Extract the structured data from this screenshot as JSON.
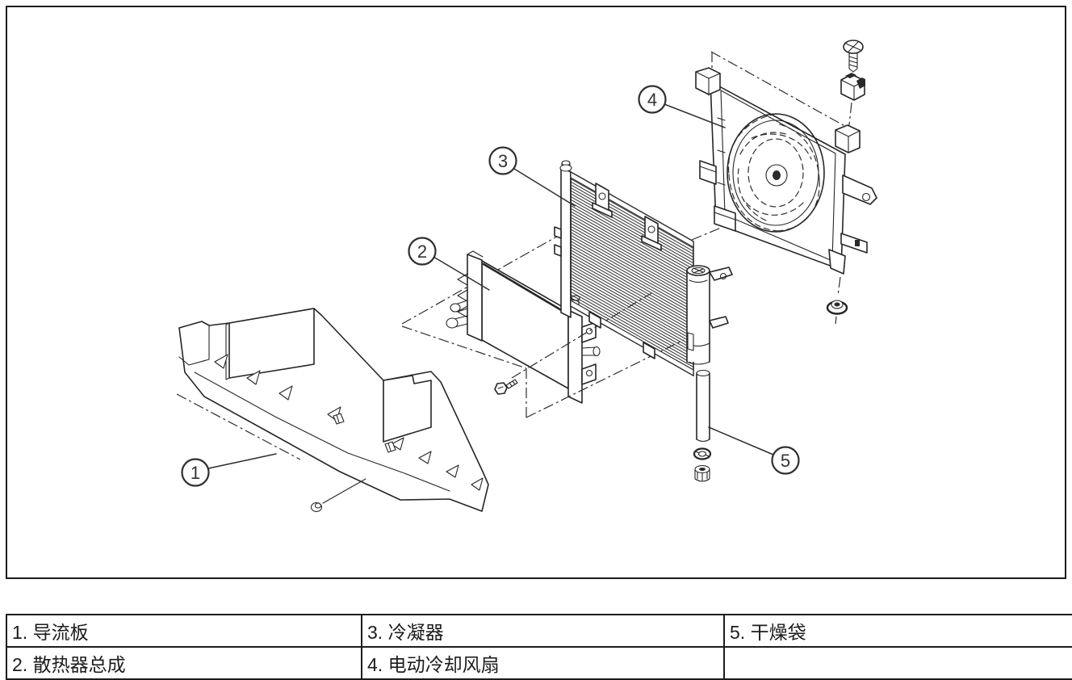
{
  "figure": {
    "type": "exploded-parts-diagram",
    "subject": "engine cooling module",
    "callouts": [
      {
        "number": "1",
        "label": "导流板"
      },
      {
        "number": "2",
        "label": "散热器总成"
      },
      {
        "number": "3",
        "label": "冷凝器"
      },
      {
        "number": "4",
        "label": "电动冷却风扇"
      },
      {
        "number": "5",
        "label": "干燥袋"
      }
    ]
  },
  "legend_table": {
    "rows": [
      [
        "1. 导流板",
        "3. 冷凝器",
        "5. 干燥袋"
      ],
      [
        "2. 散热器总成",
        "4. 电动冷却风扇",
        ""
      ]
    ]
  },
  "colors": {
    "line": "#262626",
    "border": "#1c1c1c",
    "background": "#ffffff",
    "callout_text": "#333333"
  }
}
